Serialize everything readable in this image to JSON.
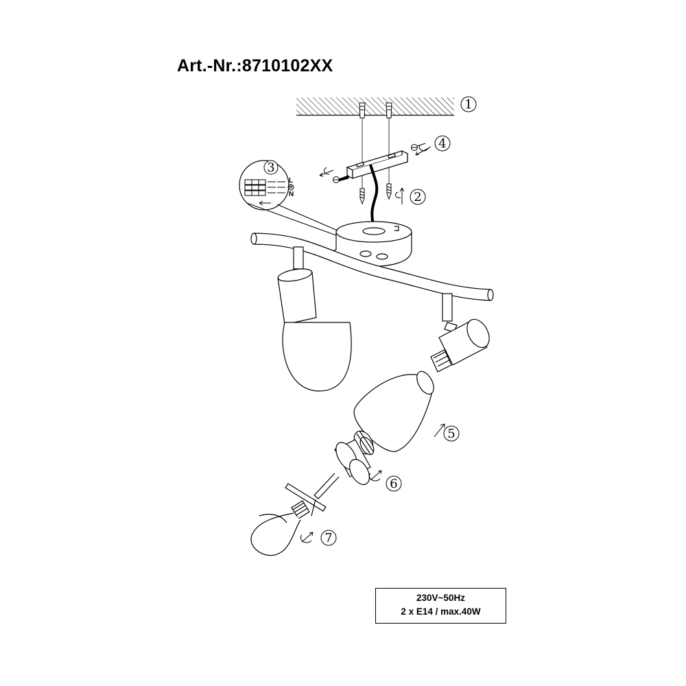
{
  "title": "Art.-Nr.:8710102XX",
  "steps": [
    "1",
    "2",
    "3",
    "4",
    "5",
    "6",
    "7"
  ],
  "wiring_labels": {
    "live": "L",
    "neutral": "N"
  },
  "icons": {
    "ground": "earth-ground-icon",
    "rotate": "rotate-arrow-icon",
    "assembly_arrow": "assembly-direction-arrow-icon"
  },
  "specs": {
    "line1": "230V~50Hz",
    "line2": "2 x E14 / max.40W"
  }
}
